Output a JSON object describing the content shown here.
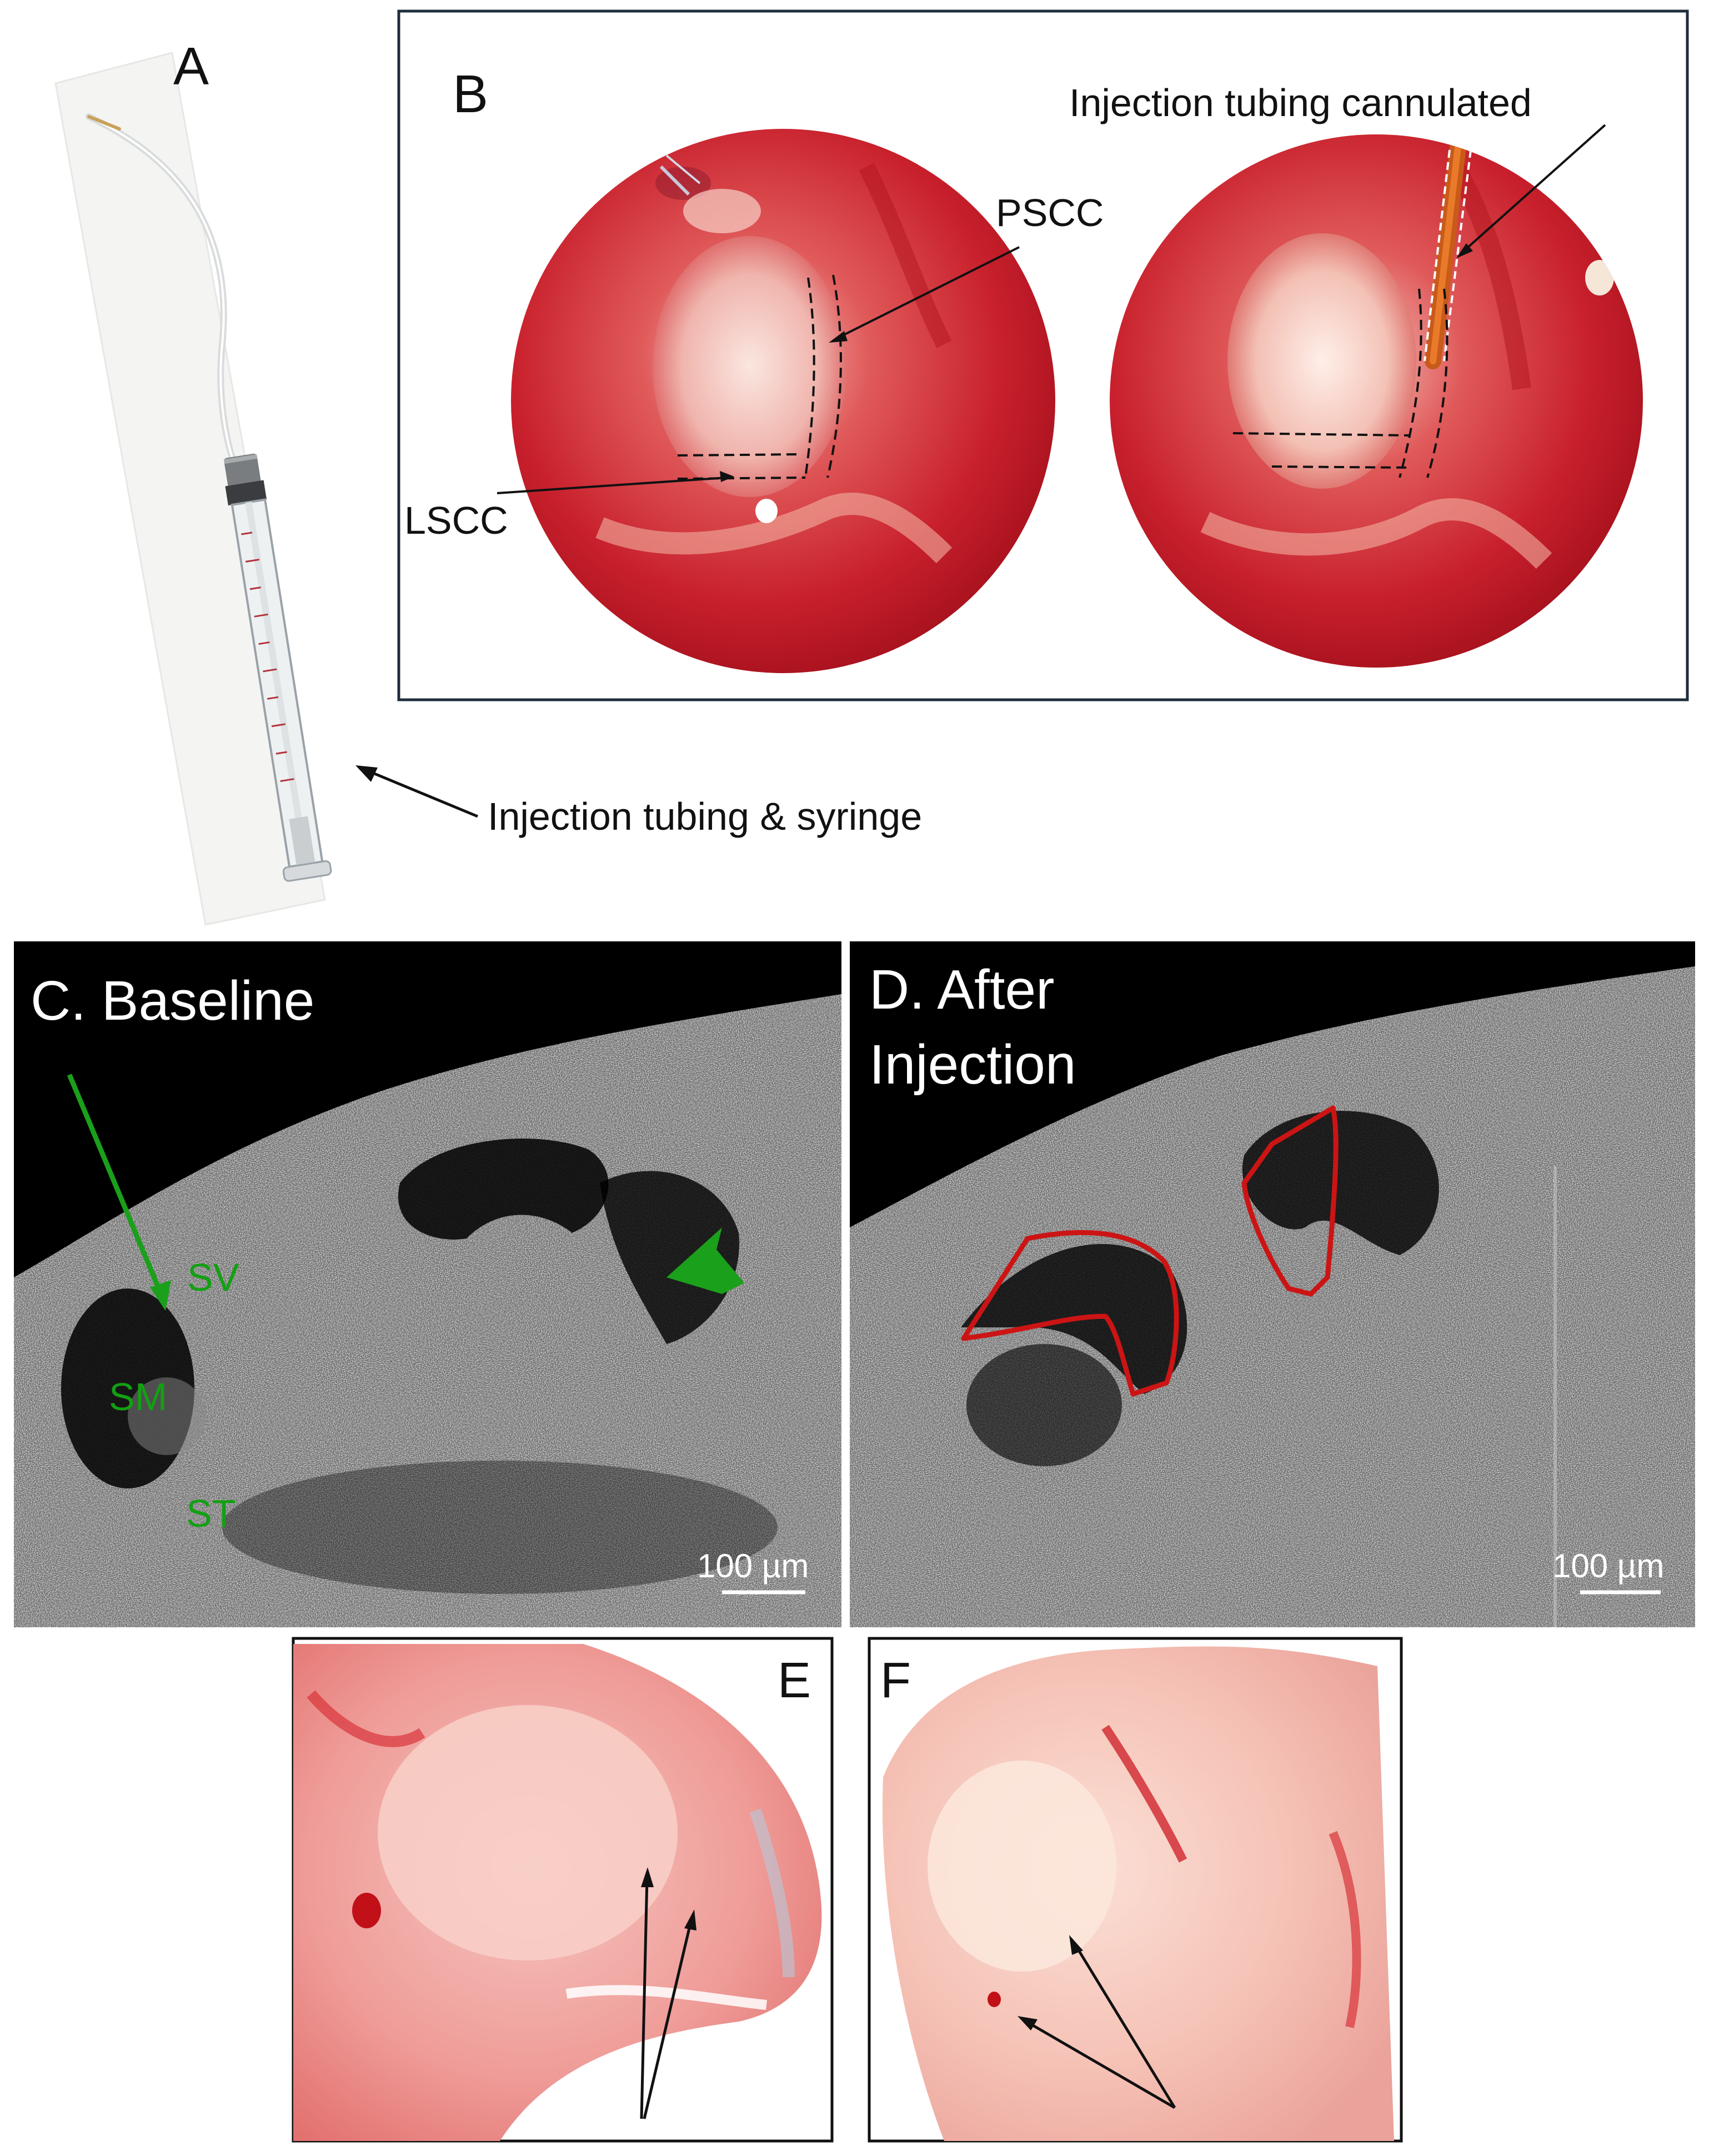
{
  "panels": {
    "A": {
      "letter": "A",
      "annotation": "Injection tubing & syringe"
    },
    "B": {
      "letter": "B",
      "labels": {
        "pscc": "PSCC",
        "lscc": "LSCC",
        "cannulated": "Injection tubing cannulated"
      }
    },
    "C": {
      "title": "C. Baseline",
      "labels": {
        "sv": "SV",
        "sm": "SM",
        "st": "ST"
      },
      "scale_bar": "100 µm"
    },
    "D": {
      "title_line1": "D. After",
      "title_line2": "Injection",
      "scale_bar": "100 µm"
    },
    "E": {
      "letter": "E"
    },
    "F": {
      "letter": "F"
    }
  },
  "colors": {
    "tissue_red": "#d8343a",
    "tissue_pink": "#f0a8a4",
    "oct_black": "#000000",
    "annotation_green": "#1aa01a",
    "outline_red": "#cc1414",
    "frame_navy": "#1f2d3d"
  }
}
